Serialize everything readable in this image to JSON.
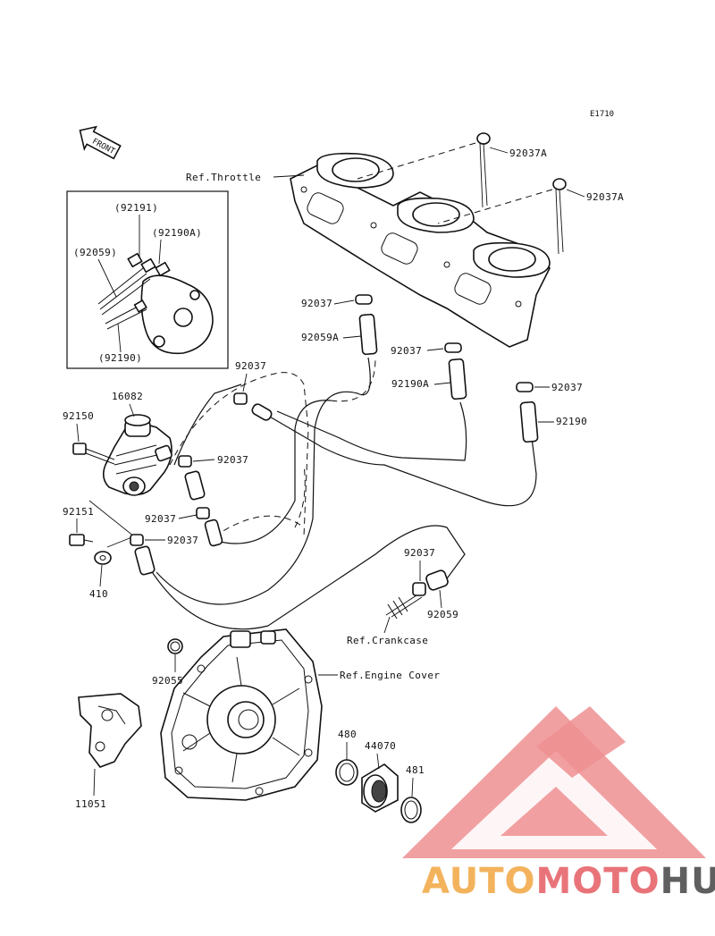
{
  "diagram_code": "E1710",
  "front_marker": "FRONT",
  "references": {
    "throttle": "Ref.Throttle",
    "crankcase": "Ref.Crankcase",
    "engine_cover": "Ref.Engine Cover"
  },
  "inset_labels": {
    "p92191": "(92191)",
    "p92190A": "(92190A)",
    "p92059": "(92059)",
    "p92190": "(92190)"
  },
  "part_labels": {
    "p92037A_1": "92037A",
    "p92037A_2": "92037A",
    "p92037_a": "92037",
    "p92059A": "92059A",
    "p92037_b": "92037",
    "p92190A": "92190A",
    "p92037_c": "92037",
    "p92190": "92190",
    "p92037_d": "92037",
    "p16082": "16082",
    "p92150": "92150",
    "p92037_e": "92037",
    "p92037_f": "92037",
    "p92037_g": "92037",
    "p92151": "92151",
    "p410": "410",
    "p92037_h": "92037",
    "p92059": "92059",
    "p92055": "92055",
    "p480": "480",
    "p44070": "44070",
    "p481": "481",
    "p11051": "11051"
  },
  "watermark": {
    "part1": "AUTO",
    "part2": "MOTO",
    "part3": "HUB",
    "colors": {
      "orange": "#f3b35d",
      "red": "#e8747a",
      "gray": "#5f5f5f",
      "triangle": "#ef8f92"
    }
  }
}
